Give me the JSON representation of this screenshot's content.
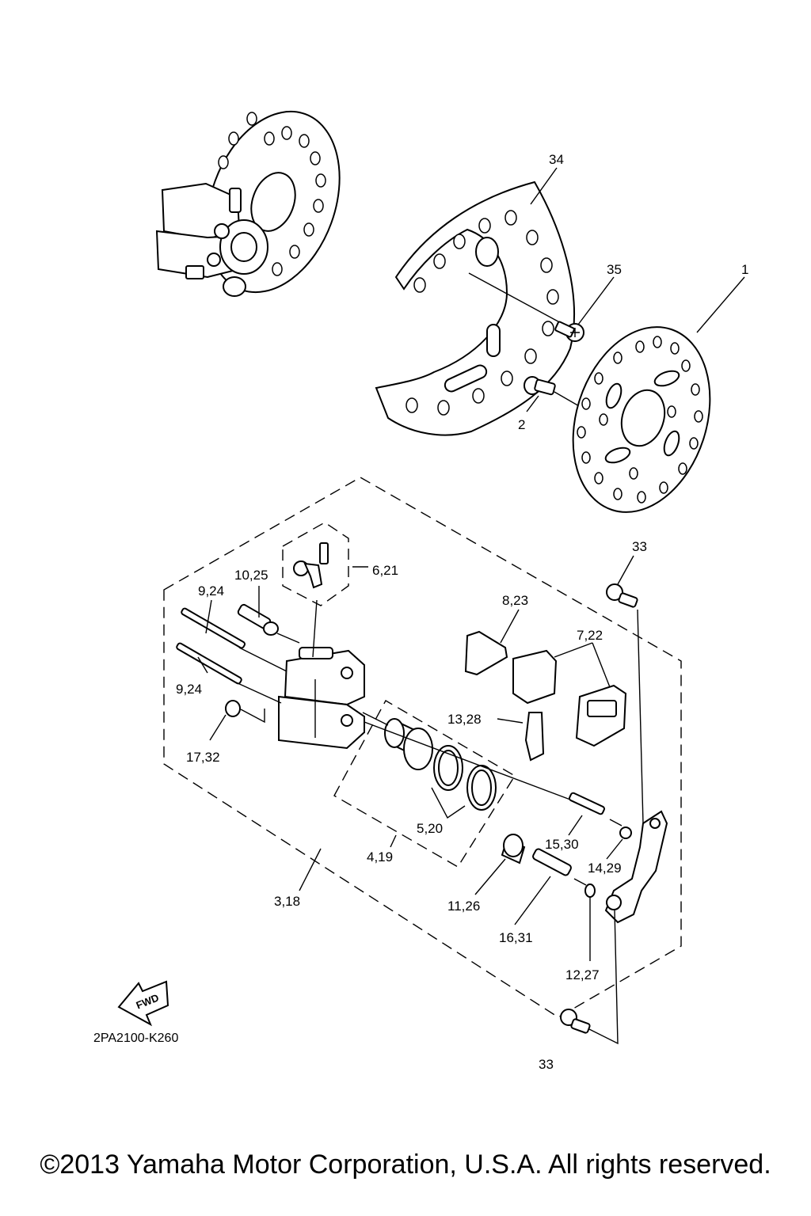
{
  "diagram_code": "2PA2100-K260",
  "fwd_label": "FWD",
  "copyright": "©2013 Yamaha Motor Corporation, U.S.A. All rights reserved.",
  "callouts": {
    "c34": "34",
    "c35": "35",
    "c1": "1",
    "c2": "2",
    "c33a": "33",
    "c33b": "33",
    "c6_21": "6,21",
    "c10_25": "10,25",
    "c9_24a": "9,24",
    "c9_24b": "9,24",
    "c8_23": "8,23",
    "c7_22": "7,22",
    "c13_28": "13,28",
    "c17_32": "17,32",
    "c5_20": "5,20",
    "c4_19": "4,19",
    "c15_30": "15,30",
    "c14_29": "14,29",
    "c3_18": "3,18",
    "c11_26": "11,26",
    "c16_31": "16,31",
    "c12_27": "12,27"
  }
}
